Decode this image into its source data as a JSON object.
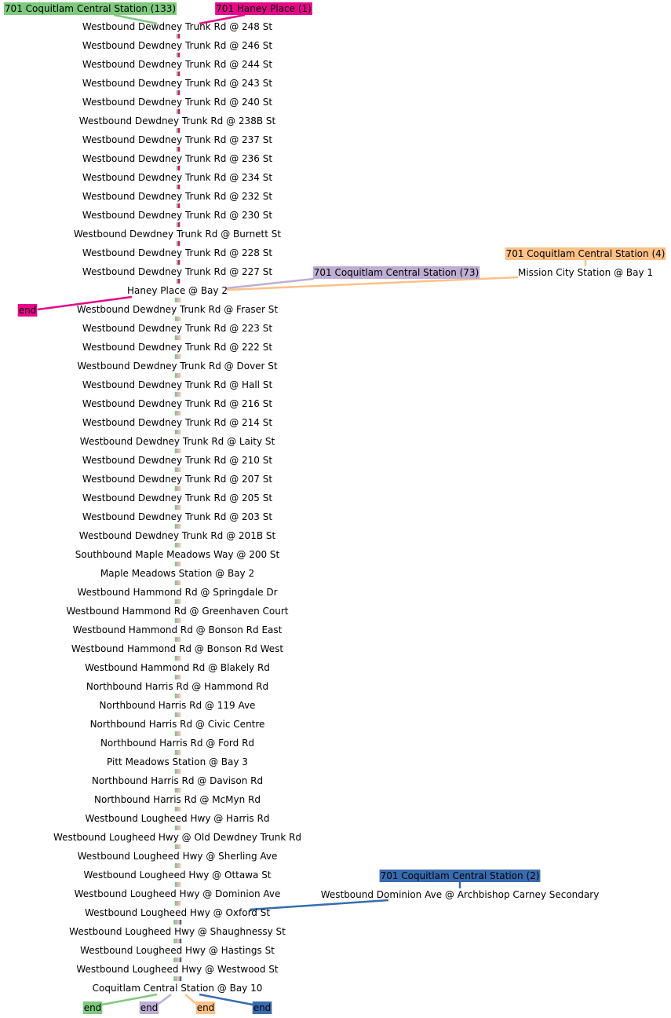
{
  "colors": {
    "green": "#7fc97f",
    "purple": "#beaed4",
    "orange": "#fdc086",
    "magenta": "#e7088a",
    "blue": "#386cb0",
    "text": "#000000"
  },
  "routes": [
    {
      "key": "green",
      "label": "701 Coquitlam Central Station (133)",
      "end_label": "end"
    },
    {
      "key": "magenta",
      "label": "701 Haney Place (1)",
      "end_label": "end"
    },
    {
      "key": "purple",
      "label": "701 Coquitlam Central Station (73)",
      "end_label": "end"
    },
    {
      "key": "orange",
      "label": "701 Coquitlam Central Station (4)",
      "end_label": "end"
    },
    {
      "key": "blue",
      "label": "701 Coquitlam Central Station (2)",
      "end_label": "end"
    }
  ],
  "stops": [
    "Westbound Dewdney Trunk Rd @ 248 St",
    "Westbound Dewdney Trunk Rd @ 246 St",
    "Westbound Dewdney Trunk Rd @ 244 St",
    "Westbound Dewdney Trunk Rd @ 243 St",
    "Westbound Dewdney Trunk Rd @ 240 St",
    "Westbound Dewdney Trunk Rd @ 238B St",
    "Westbound Dewdney Trunk Rd @ 237 St",
    "Westbound Dewdney Trunk Rd @ 236 St",
    "Westbound Dewdney Trunk Rd @ 234 St",
    "Westbound Dewdney Trunk Rd @ 232 St",
    "Westbound Dewdney Trunk Rd @ 230 St",
    "Westbound Dewdney Trunk Rd @ Burnett St",
    "Westbound Dewdney Trunk Rd @ 228 St",
    "Westbound Dewdney Trunk Rd @ 227 St",
    "Haney Place @ Bay 2",
    "Westbound Dewdney Trunk Rd @ Fraser St",
    "Westbound Dewdney Trunk Rd @ 223 St",
    "Westbound Dewdney Trunk Rd @ 222 St",
    "Westbound Dewdney Trunk Rd @ Dover St",
    "Westbound Dewdney Trunk Rd @ Hall St",
    "Westbound Dewdney Trunk Rd @ 216 St",
    "Westbound Dewdney Trunk Rd @ 214 St",
    "Westbound Dewdney Trunk Rd @ Laity St",
    "Westbound Dewdney Trunk Rd @ 210 St",
    "Westbound Dewdney Trunk Rd @ 207 St",
    "Westbound Dewdney Trunk Rd @ 205 St",
    "Westbound Dewdney  Trunk Rd @ 203 St",
    "Westbound Dewdney Trunk Rd @ 201B St",
    "Southbound Maple Meadows Way @ 200 St",
    "Maple Meadows Station @ Bay 2",
    "Westbound Hammond Rd @ Springdale Dr",
    "Westbound Hammond Rd @ Greenhaven Court",
    "Westbound Hammond Rd @ Bonson Rd East",
    "Westbound Hammond Rd @ Bonson Rd West",
    "Westbound Hammond Rd @ Blakely Rd",
    "Northbound Harris Rd @ Hammond Rd",
    "Northbound Harris Rd @ 119 Ave",
    "Northbound Harris Rd @ Civic Centre",
    "Northbound Harris Rd @ Ford Rd",
    "Pitt Meadows Station @ Bay 3",
    "Northbound Harris Rd @ Davison Rd",
    "Northbound Harris Rd @ McMyn Rd",
    "Westbound Lougheed Hwy @ Harris Rd",
    "Westbound Lougheed Hwy @ Old Dewdney Trunk Rd",
    "Westbound Lougheed Hwy @ Sherling Ave",
    "Westbound Lougheed Hwy @ Ottawa St",
    "Westbound Lougheed Hwy @ Dominion Ave",
    "Westbound Lougheed Hwy @ Oxford St",
    "Westbound Lougheed Hwy @ Shaughnessy St",
    "Westbound Lougheed Hwy @ Hastings St",
    "Westbound Lougheed Hwy @ Westwood St",
    "Coquitlam Central Station @ Bay 10"
  ],
  "branch_stops": [
    {
      "label": "Mission City Station @ Bay 1",
      "route": "orange"
    },
    {
      "label": "Westbound Dominion Ave @ Archbishop Carney Secondary",
      "route": "blue"
    }
  ]
}
